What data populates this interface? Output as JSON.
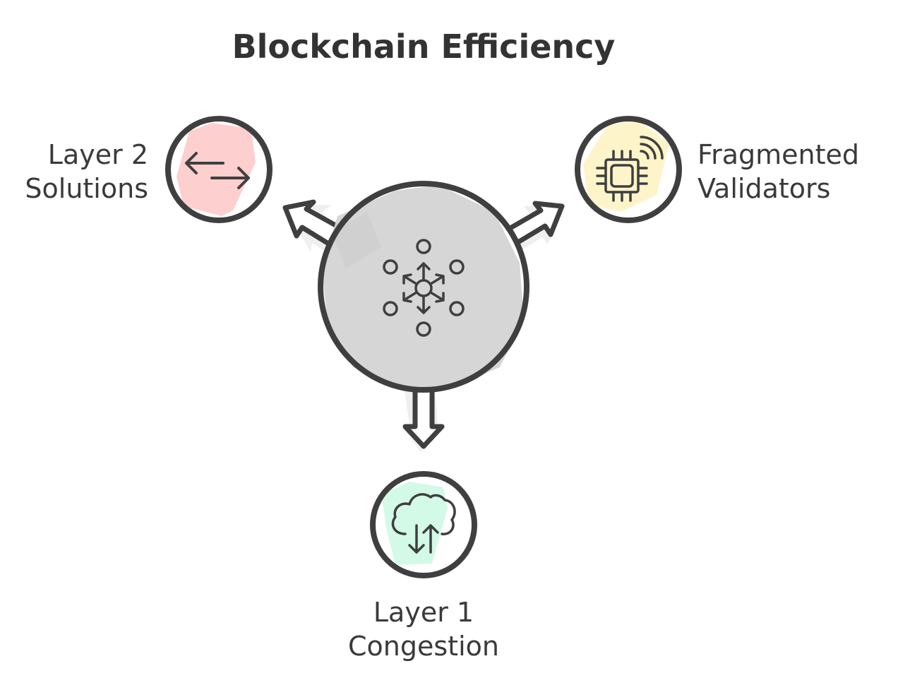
{
  "title": "Blockchain Efficiency",
  "center": {
    "icon": "network-hub-icon",
    "fill_color": "#d4d4d4"
  },
  "nodes": [
    {
      "id": "layer-2-solutions",
      "label_lines": [
        "Layer 2",
        "Solutions"
      ],
      "icon": "bidirectional-arrows-icon",
      "fill_color": "#fecaca"
    },
    {
      "id": "fragmented-validators",
      "label_lines": [
        "Fragmented",
        "Validators"
      ],
      "icon": "chip-wireless-icon",
      "fill_color": "#fef3c7"
    },
    {
      "id": "layer-1-congestion",
      "label_lines": [
        "Layer 1",
        "Congestion"
      ],
      "icon": "cloud-transfer-icon",
      "fill_color": "#d1fae5"
    }
  ],
  "stroke_color": "#3f3f3f"
}
